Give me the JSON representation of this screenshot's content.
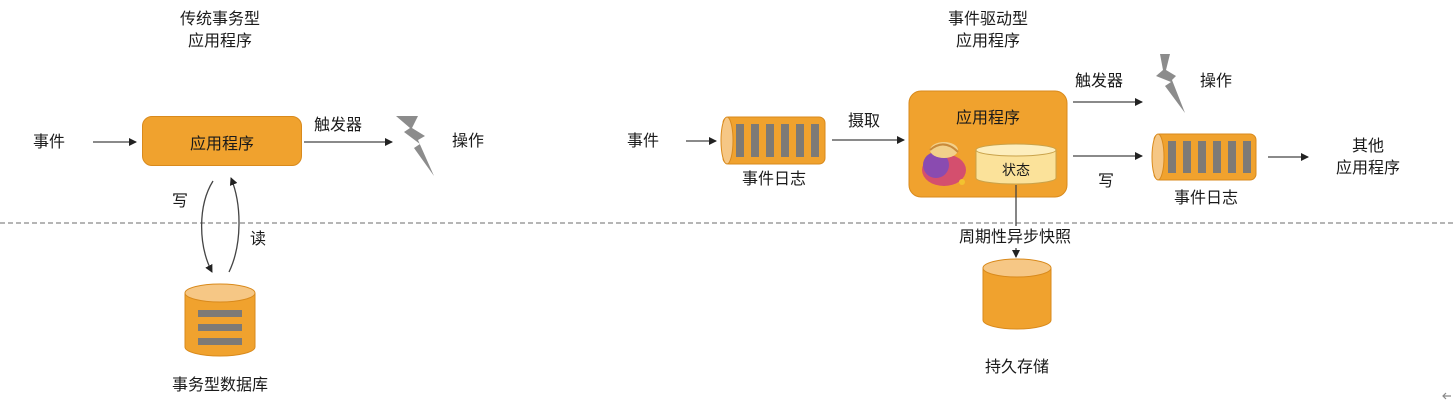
{
  "colors": {
    "orange": "#f0a22e",
    "orange_border": "#d98a1c",
    "orange_light": "#f6c785",
    "bar_gray": "#7d7a76",
    "bolt_gray": "#8c8c8c",
    "state_fill": "#fbe29a",
    "divider": "#b5b5b5"
  },
  "traditional": {
    "title_line1": "传统事务型",
    "title_line2": "应用程序",
    "event_label": "事件",
    "app_label": "应用程序",
    "trigger_label": "触发器",
    "action_label": "操作",
    "write_label": "写",
    "read_label": "读",
    "db_label": "事务型数据库"
  },
  "event_driven": {
    "title_line1": "事件驱动型",
    "title_line2": "应用程序",
    "event_label": "事件",
    "input_log_label": "事件日志",
    "ingest_label": "摄取",
    "app_label": "应用程序",
    "state_label": "状态",
    "trigger_label": "触发器",
    "action_label": "操作",
    "write_label": "写",
    "output_log_label": "事件日志",
    "other_apps_line1": "其他",
    "other_apps_line2": "应用程序",
    "snapshot_label": "周期性异步快照",
    "storage_label": "持久存储"
  }
}
